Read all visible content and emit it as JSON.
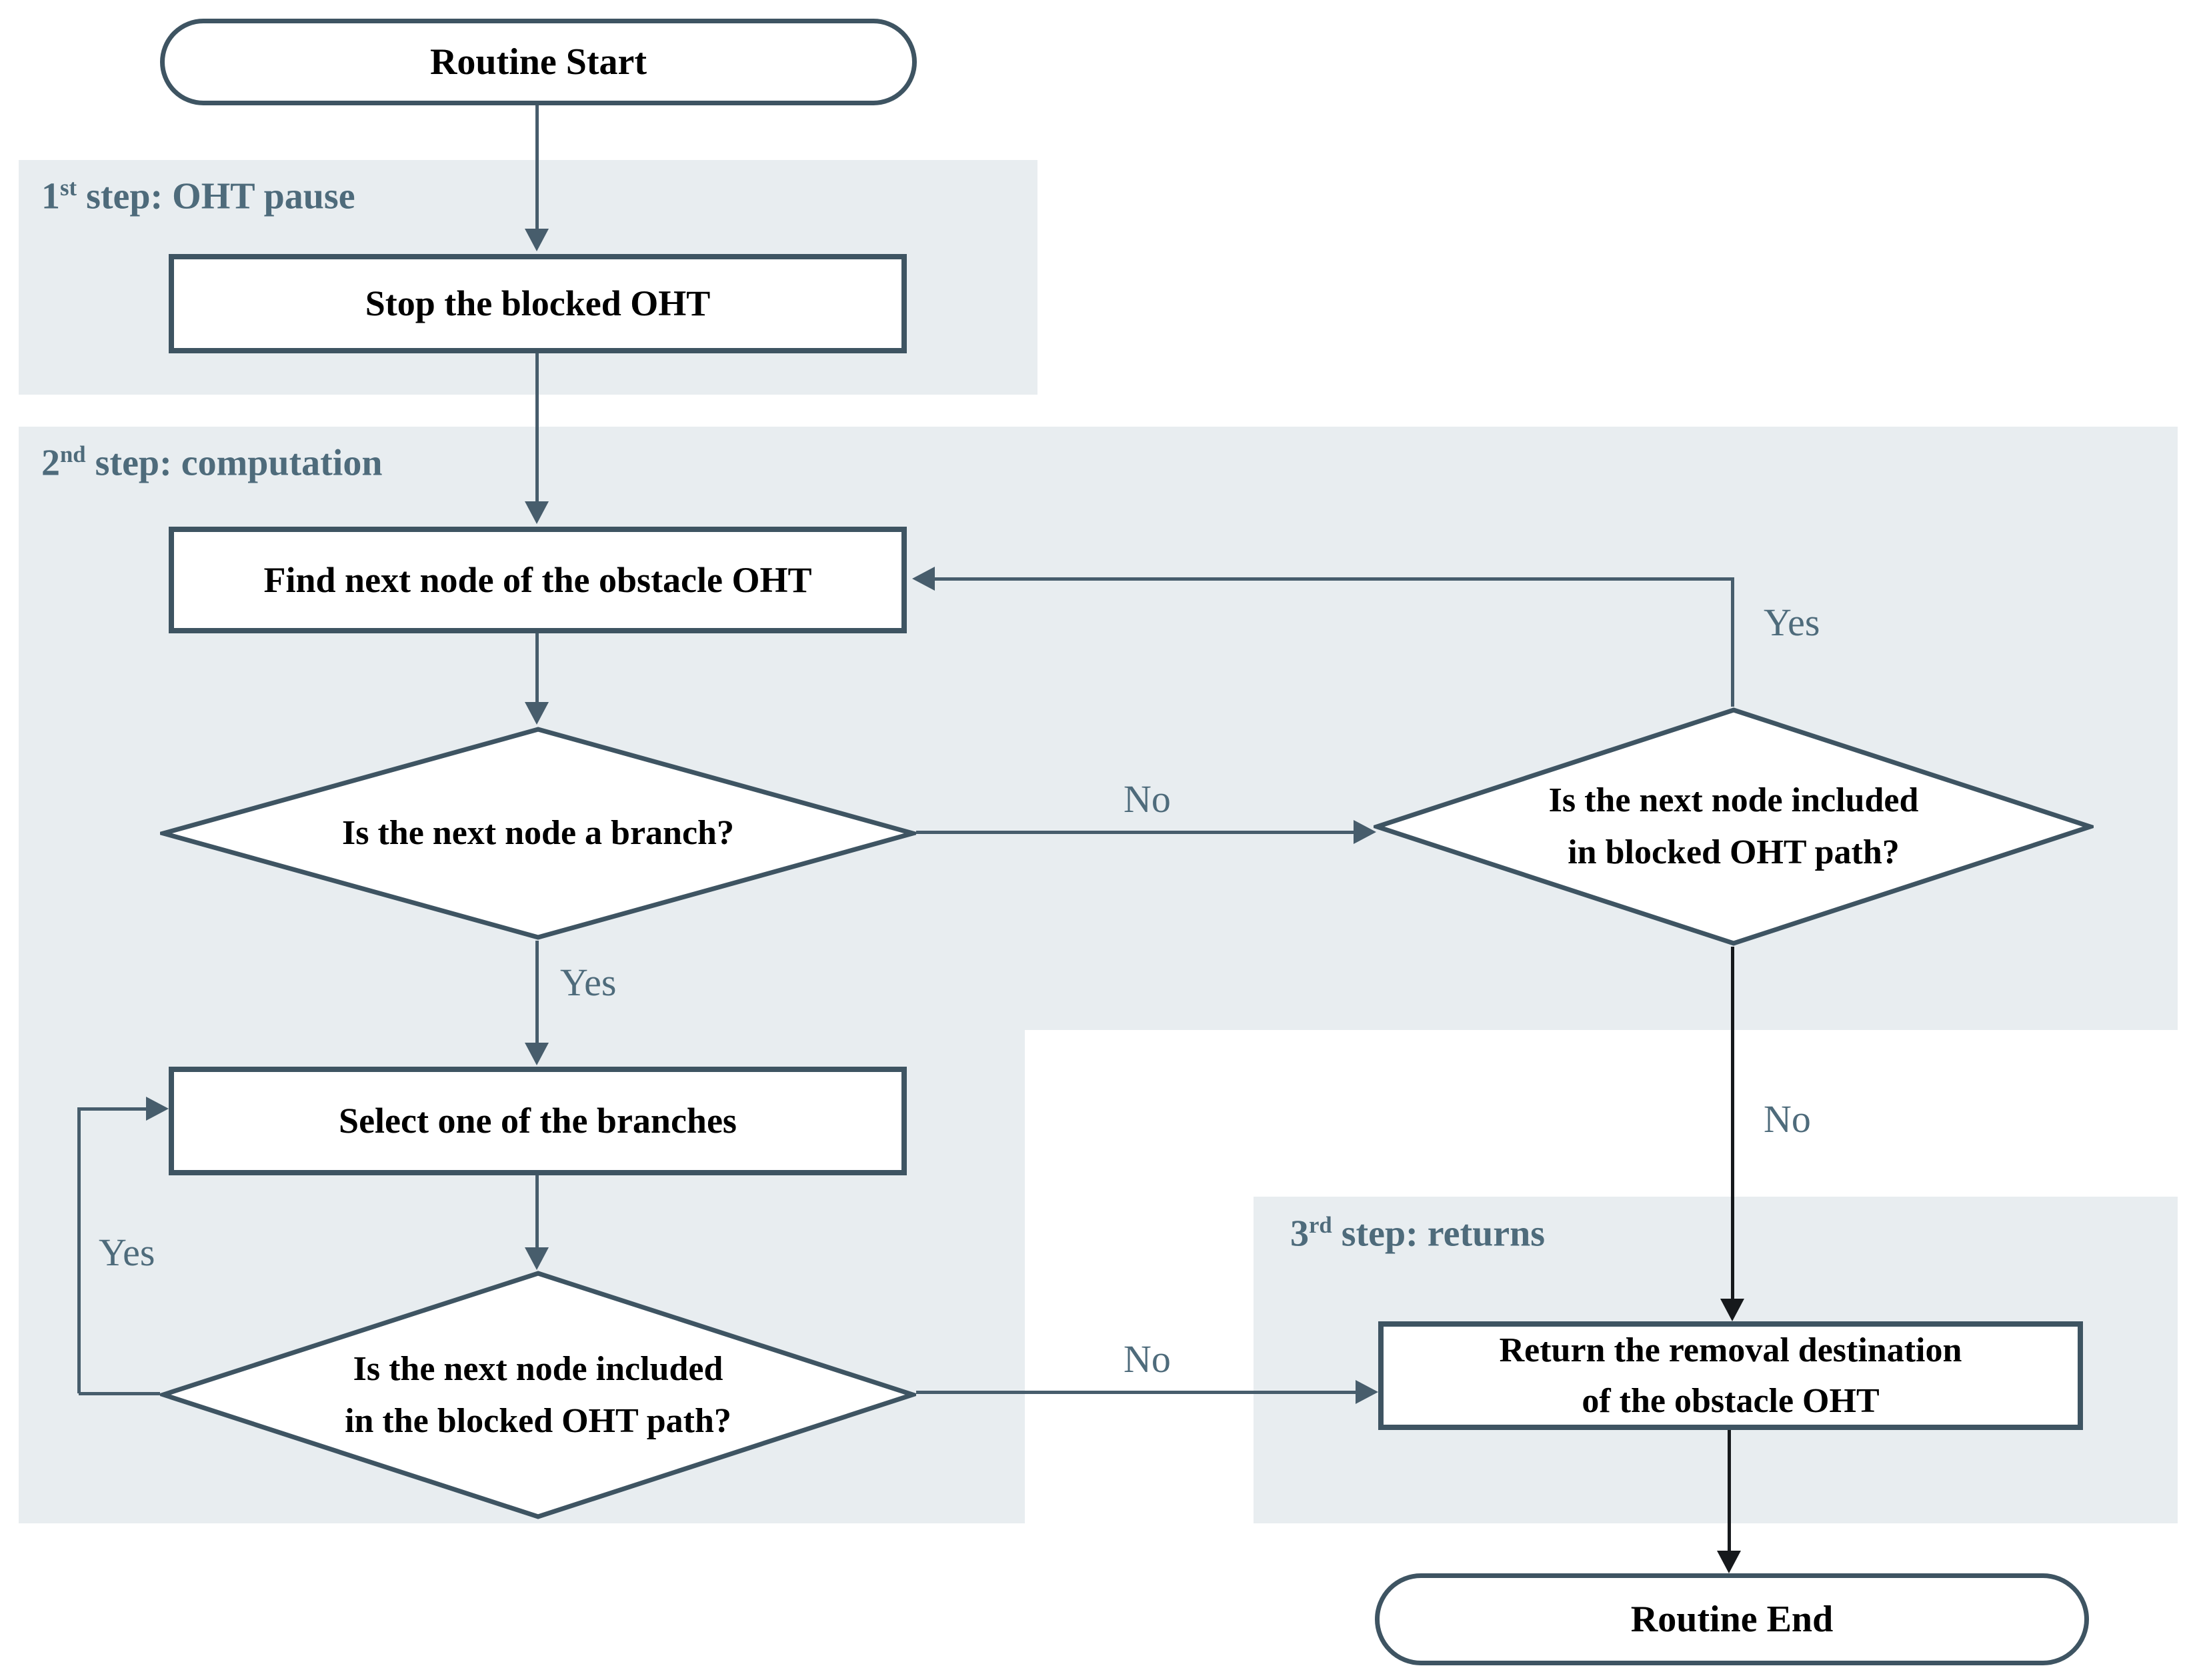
{
  "sections": {
    "s1": {
      "num": "1",
      "sup": "st",
      "rest": " step: OHT pause"
    },
    "s2": {
      "num": "2",
      "sup": "nd",
      "rest": " step: computation"
    },
    "s3": {
      "num": "3",
      "sup": "rd",
      "rest": " step: returns"
    }
  },
  "nodes": {
    "start": {
      "label": "Routine Start"
    },
    "stop": {
      "label": "Stop the blocked OHT"
    },
    "find": {
      "label": "Find next node of the obstacle OHT"
    },
    "branch_question": {
      "label": "Is the next node a branch?"
    },
    "right_question": {
      "line1": "Is the next node included",
      "line2": "in blocked OHT path?"
    },
    "select": {
      "label": "Select one of the branches"
    },
    "bottom_question": {
      "line1": "Is the next node included",
      "line2": "in the blocked OHT path?"
    },
    "return": {
      "line1": "Return the removal destination",
      "line2": "of the obstacle OHT"
    },
    "end": {
      "label": "Routine End"
    }
  },
  "edge_labels": {
    "branch_yes": "Yes",
    "branch_no": "No",
    "right_loop_yes": "Yes",
    "right_no": "No",
    "bottom_loop_yes": "Yes",
    "bottom_no": "No"
  },
  "colors": {
    "panel": "#e8edf0",
    "border": "#3e5462",
    "line": "#475d6c",
    "line-dark": "#16191c",
    "muted": "#4e6b7b",
    "ink": "#000000",
    "fill": "#ffffff"
  }
}
